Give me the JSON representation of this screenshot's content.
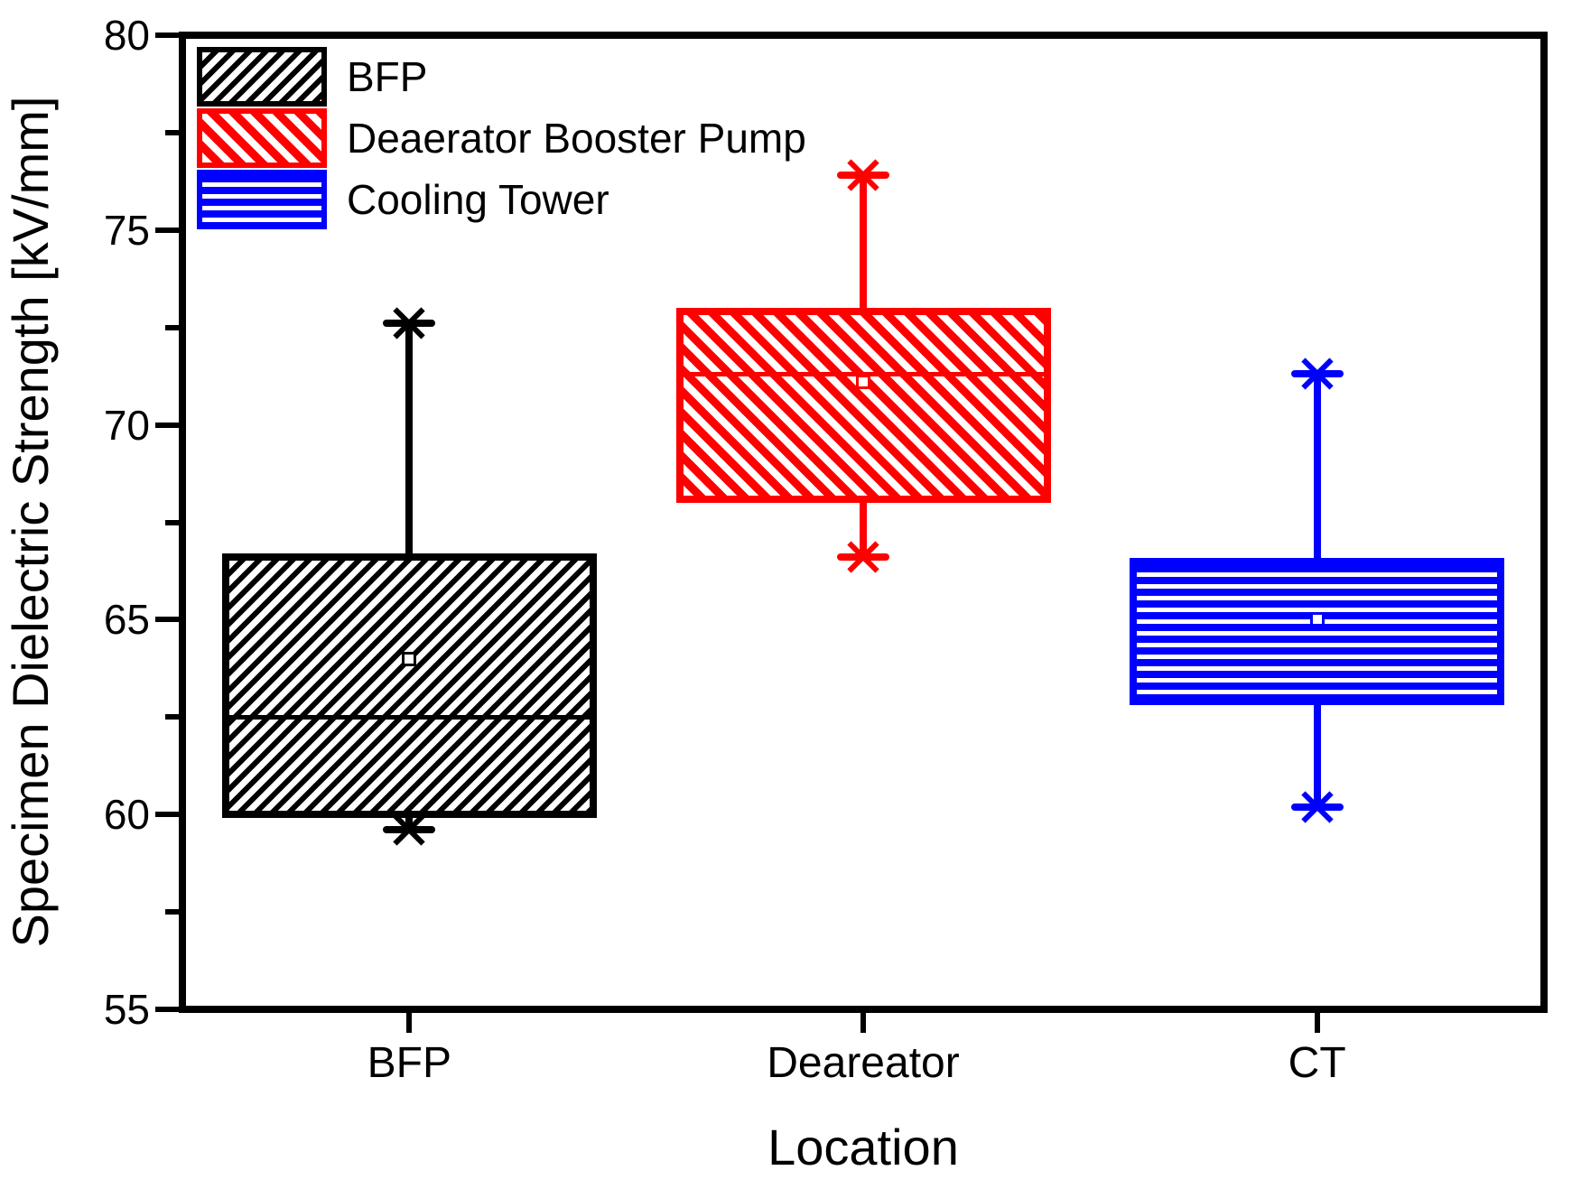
{
  "chart_data": {
    "type": "box",
    "title": "",
    "xlabel": "Location",
    "ylabel": "Specimen Dielectric Strength [kV/mm]",
    "ylim": [
      55,
      80
    ],
    "yticks": [
      55,
      60,
      65,
      70,
      75,
      80
    ],
    "ytick_minor_interval": 2.5,
    "grid": false,
    "legend_position": "top-left-inside",
    "categories": [
      "BFP",
      "Deareator",
      "CT"
    ],
    "series": [
      {
        "legend_label": "BFP",
        "category": "BFP",
        "color": "#000000",
        "hatch": "forward-diagonal",
        "whisker_low": 59.6,
        "q1": 60.0,
        "median": 62.5,
        "mean": 64.0,
        "q3": 66.6,
        "whisker_high": 72.6
      },
      {
        "legend_label": "Deaerator Booster Pump",
        "category": "Deareator",
        "color": "#ff0000",
        "hatch": "backward-diagonal",
        "whisker_low": 66.6,
        "q1": 68.1,
        "median": 71.3,
        "mean": 71.1,
        "q3": 72.9,
        "whisker_high": 76.4
      },
      {
        "legend_label": "Cooling Tower",
        "category": "CT",
        "color": "#0000ff",
        "hatch": "horizontal",
        "whisker_low": 60.2,
        "q1": 62.9,
        "median": 64.5,
        "mean": 65.0,
        "q3": 66.5,
        "whisker_high": 71.3
      }
    ]
  }
}
